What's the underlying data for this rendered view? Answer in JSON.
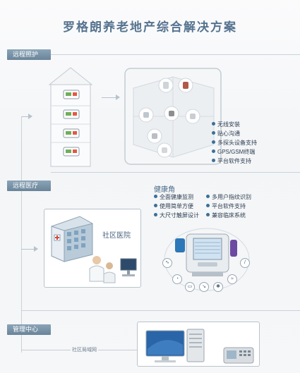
{
  "page": {
    "title": "罗格朗养老地产综合解决方案"
  },
  "sections": {
    "remote_care": {
      "label": "远程照护",
      "features": [
        "无线安装",
        "贴心沟通",
        "多探头设备支持",
        "GPS/GSM终端",
        "平台软件支持"
      ]
    },
    "remote_medical": {
      "label": "远程医疗",
      "hospital_label": "社区医院",
      "health_corner_title": "健康角",
      "features_left": [
        "全面健康监测",
        "使用简单方便",
        "大尺寸触屏设计"
      ],
      "features_right": [
        "多用户指纹识别",
        "平台软件支持",
        "兼容临床系统"
      ]
    },
    "management": {
      "label": "管理中心",
      "network_label": "社区局域网"
    }
  },
  "colors": {
    "title": "#56738f",
    "tab_bg": "#7b94a9",
    "accent_dot": "#3c6f98",
    "line": "#c9d2da"
  }
}
